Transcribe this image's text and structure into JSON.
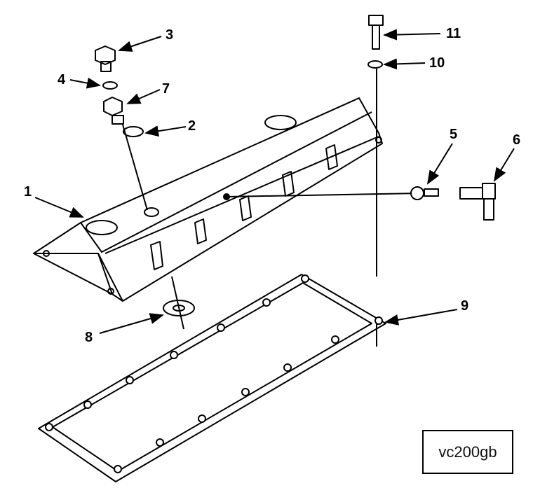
{
  "callouts": {
    "c1": "1",
    "c2": "2",
    "c3": "3",
    "c4": "4",
    "c5": "5",
    "c6": "6",
    "c7": "7",
    "c8": "8",
    "c9": "9",
    "c10": "10",
    "c11": "11"
  },
  "figure_code": "vc200gb"
}
